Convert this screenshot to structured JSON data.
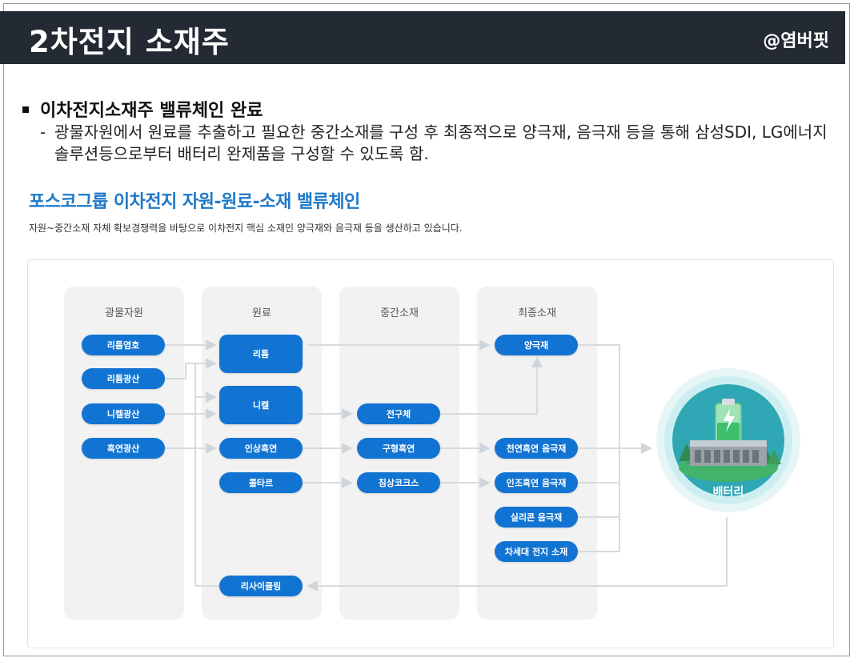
{
  "header": {
    "title": "2차전지 소재주",
    "handle": "@염버핏"
  },
  "bullet": {
    "title": "이차전지소재주 밸류체인 완료",
    "dash": "-",
    "text": "광물자원에서 원료를 추출하고 필요한 중간소재를 구성 후 최종적으로 양극재, 음극재 등을 통해 삼성SDI, LG에너지솔루션등으로부터 배터리 완제품을 구성할 수 있도록 함."
  },
  "infographic": {
    "title": "포스코그룹 이차전지 자원-원료-소재 밸류체인",
    "description": "자원~중간소재 자체 확보경쟁력을 바탕으로 이차전지 핵심 소재인 양극재와 음극재 등을 생산하고 있습니다.",
    "columns": [
      {
        "title": "광물자원",
        "items": [
          "리튬염호",
          "리튬광산",
          "니켈광산",
          "흑연광산"
        ]
      },
      {
        "title": "원료",
        "items": [
          "리튬",
          "니켈",
          "인상흑연",
          "콜타르",
          "리사이클링"
        ]
      },
      {
        "title": "중간소재",
        "items": [
          "전구체",
          "구형흑연",
          "침상코크스"
        ]
      },
      {
        "title": "최종소재",
        "items": [
          "양극재",
          "천연흑연 음극재",
          "인조흑연 음극재",
          "실리콘 음극재",
          "차세대 전지 소재"
        ]
      }
    ],
    "battery_label": "배터리",
    "colors": {
      "pill": "#1274d2",
      "arrow": "#d6dbe0",
      "accent_title": "#1e78c8",
      "header_bg": "#232a33"
    }
  }
}
